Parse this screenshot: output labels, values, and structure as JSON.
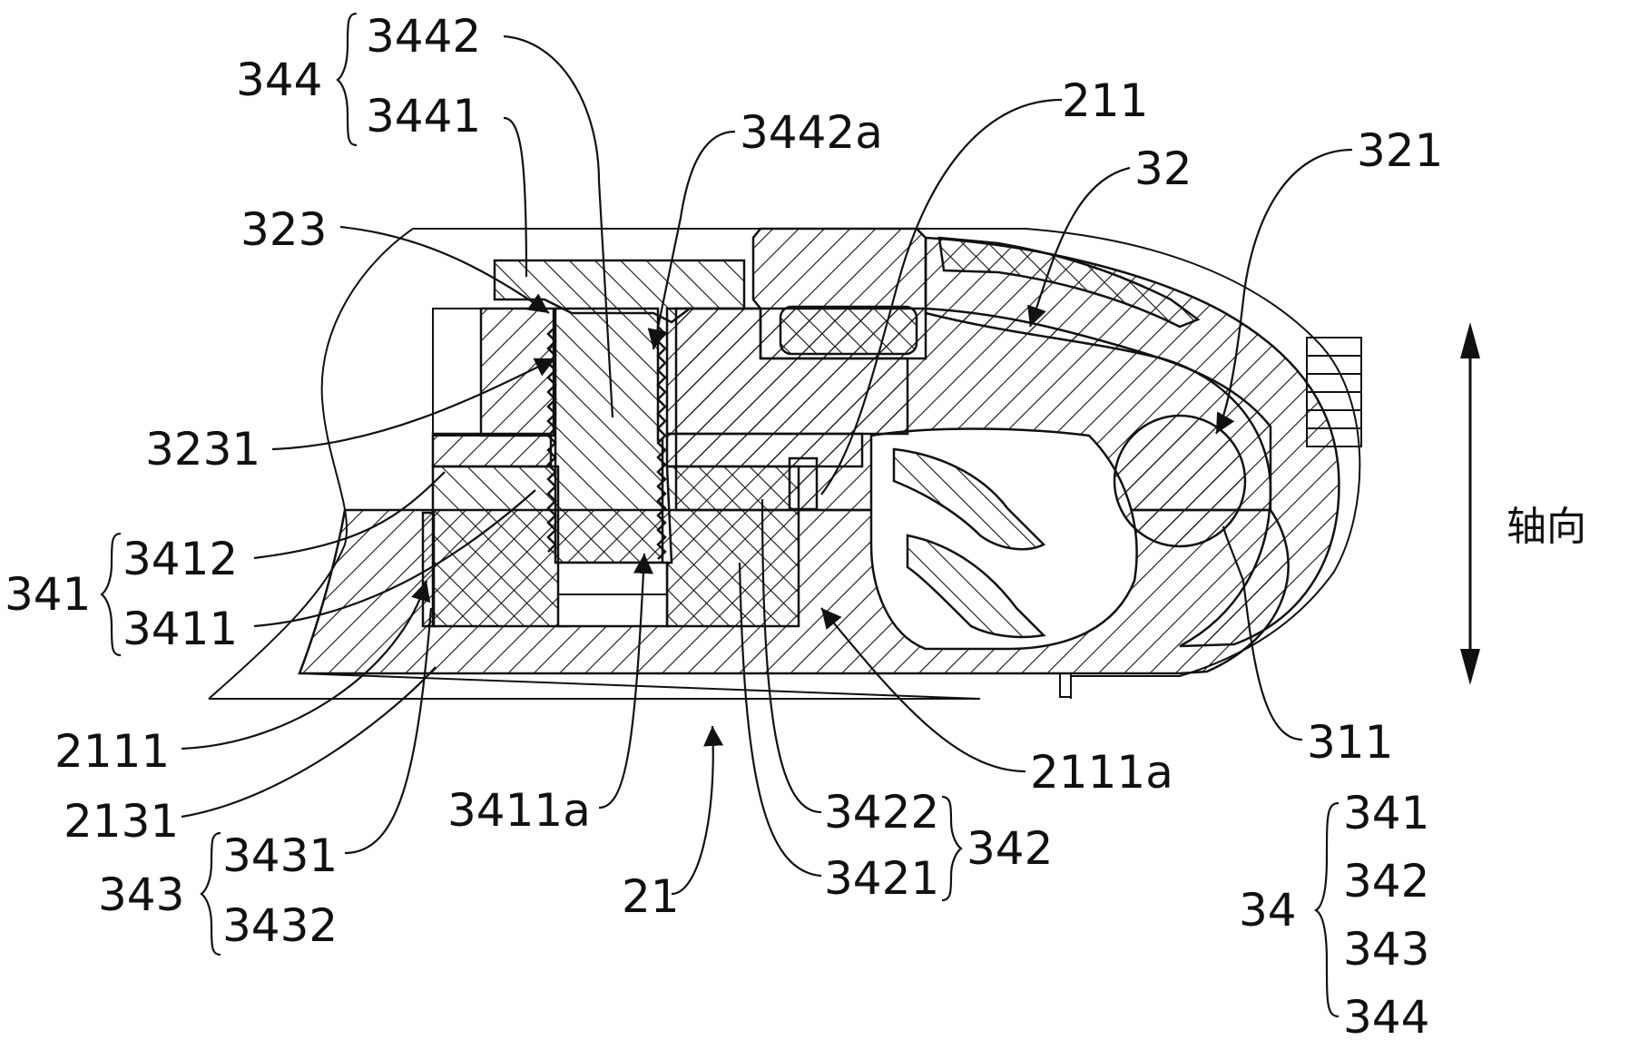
{
  "diagram": {
    "axis_label": "轴向",
    "labels": {
      "l344": "344",
      "l3442": "3442",
      "l3441": "3441",
      "l3442a": "3442a",
      "l211": "211",
      "l32": "32",
      "l321": "321",
      "l323": "323",
      "l3231": "3231",
      "l341": "341",
      "l3412": "3412",
      "l3411": "3411",
      "l2111": "2111",
      "l2131": "2131",
      "l3411a": "3411a",
      "l343": "343",
      "l3431": "3431",
      "l3432": "3432",
      "l21": "21",
      "l3422": "3422",
      "l3421": "3421",
      "l342": "342",
      "l2111a": "2111a",
      "l311": "311",
      "l34": "34",
      "l34_341": "341",
      "l34_342": "342",
      "l34_343": "343",
      "l34_344": "344"
    }
  }
}
